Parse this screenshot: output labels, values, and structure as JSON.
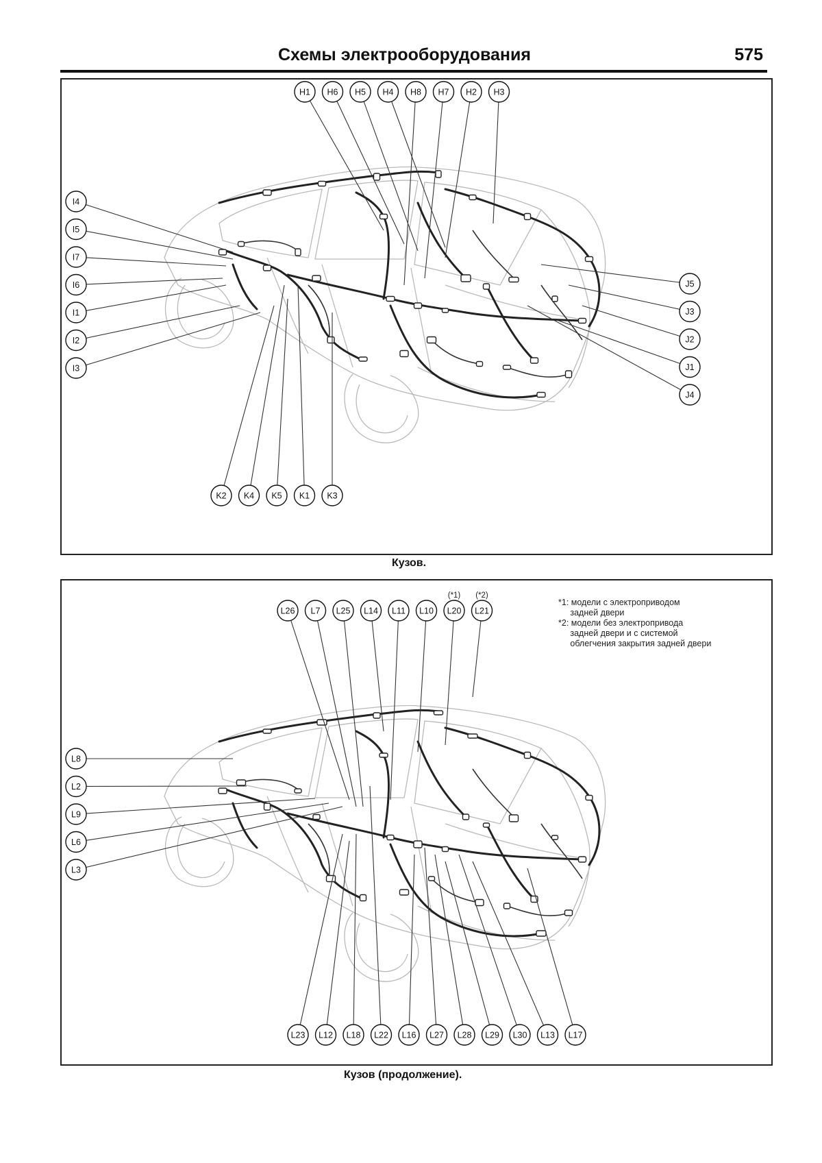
{
  "header": {
    "title": "Схемы электрооборудования",
    "page_number": "575"
  },
  "figure1": {
    "caption": "Кузов.",
    "top_labels": [
      "H1",
      "H6",
      "H5",
      "H4",
      "H8",
      "H7",
      "H2",
      "H3"
    ],
    "left_labels": [
      "I4",
      "I5",
      "I7",
      "I6",
      "I1",
      "I2",
      "I3"
    ],
    "right_labels": [
      "J5",
      "J3",
      "J2",
      "J1",
      "J4"
    ],
    "bottom_labels": [
      "K2",
      "K4",
      "K5",
      "K1",
      "K3"
    ]
  },
  "figure2": {
    "caption": "Кузов (продолжение).",
    "top_labels": [
      "L26",
      "L7",
      "L25",
      "L14",
      "L11",
      "L10",
      "L20",
      "L21"
    ],
    "top_marks": {
      "L20": "(*1)",
      "L21": "(*2)"
    },
    "left_labels": [
      "L8",
      "L2",
      "L9",
      "L6",
      "L3"
    ],
    "bottom_labels": [
      "L23",
      "L12",
      "L18",
      "L22",
      "L16",
      "L27",
      "L28",
      "L29",
      "L30",
      "L13",
      "L17"
    ],
    "notes": [
      "*1: модели с электроприводом",
      "     задней двери",
      "*2: модели без электропривода",
      "     задней двери и с системой",
      "     облегчения закрытия задней двери"
    ]
  }
}
